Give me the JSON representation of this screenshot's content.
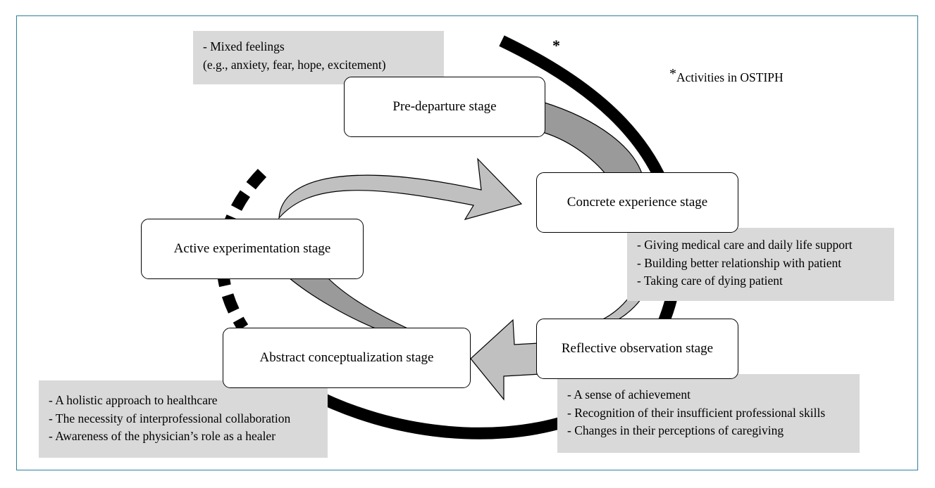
{
  "stages": {
    "pre_departure": "Pre-departure stage",
    "concrete_experience": "Concrete experience stage",
    "reflective_observation": "Reflective observation stage",
    "abstract_conceptualization": "Abstract conceptualization stage",
    "active_experimentation": "Active experimentation stage"
  },
  "notes": {
    "pre_departure": [
      "- Mixed feelings",
      "(e.g., anxiety, fear, hope, excitement)"
    ],
    "concrete_experience": [
      "- Giving medical care and daily life support",
      "- Building better relationship with patient",
      "- Taking care of dying patient"
    ],
    "reflective_observation": [
      "- A sense of achievement",
      "- Recognition of their insufficient professional skills",
      "- Changes in their perceptions of caregiving"
    ],
    "abstract_conceptualization": [
      "- A holistic approach to healthcare",
      "- The necessity of interprofessional collaboration",
      "- Awareness of the physician’s role as a healer"
    ]
  },
  "legend": {
    "symbol": "*",
    "text": "Activities in OSTIPH"
  },
  "colors": {
    "arrow_dark": "#9a9a9a",
    "arrow_light": "#c0c0c0",
    "note_fill": "#d9d9d9",
    "frame": "#2f7f9b"
  }
}
